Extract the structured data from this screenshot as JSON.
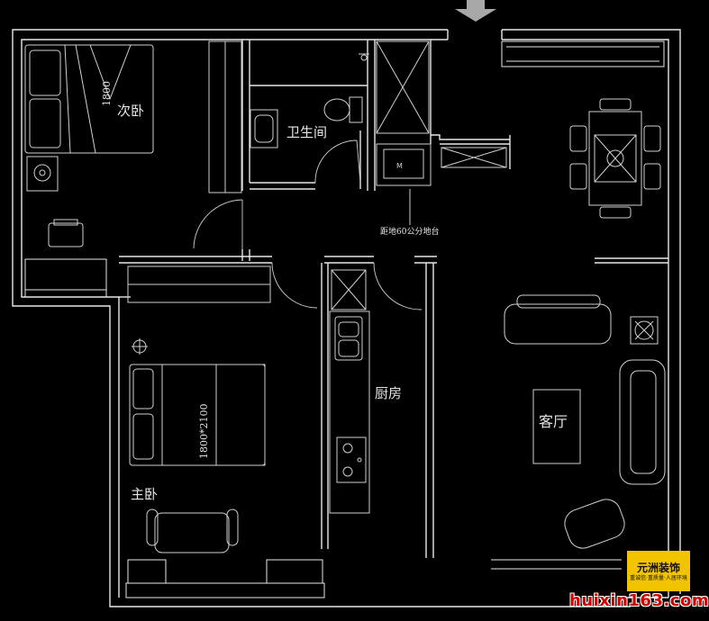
{
  "rooms": {
    "second_bedroom": "次卧",
    "bathroom": "卫生间",
    "master_bedroom": "主卧",
    "kitchen": "厨房",
    "living_room": "客厅"
  },
  "dimensions": {
    "second_bed": "1800",
    "master_bed": "1800*2100"
  },
  "notes": {
    "counter_height": "距地60公分地台"
  },
  "logo": {
    "title": "元洲装饰",
    "slogan": "重诚信·重质量·人居环境"
  },
  "watermark": "huixin163.com"
}
